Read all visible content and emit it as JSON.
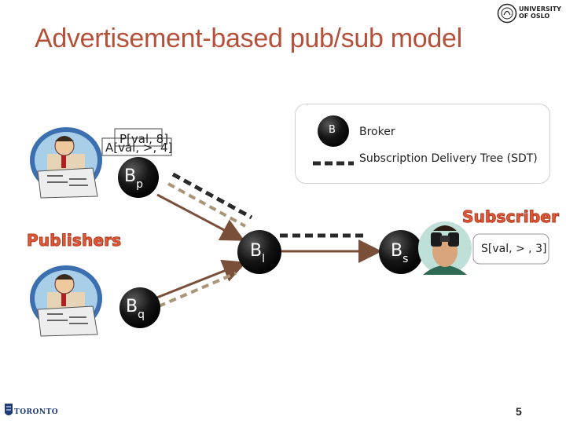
{
  "slide": {
    "title": "Advertisement-based pub/sub model",
    "page_number": "5"
  },
  "legend": {
    "broker_symbol": "B",
    "broker_label": "Broker",
    "sdt_label": "Subscription Delivery Tree (SDT)"
  },
  "actors": {
    "publishers_label": "Publishers",
    "subscriber_label": "Subscriber"
  },
  "brokers": {
    "bp": {
      "main": "B",
      "sub": "p"
    },
    "bq": {
      "main": "B",
      "sub": "q"
    },
    "bl": {
      "main": "B",
      "sub": "l"
    },
    "bs": {
      "main": "B",
      "sub": "s"
    }
  },
  "messages": {
    "advertisement_label": "A[val, >, 4]",
    "publication_label": "P[val, 8]",
    "subscription_label": "S[val, > , 3]"
  },
  "logos": {
    "oslo_text_line1": "UNIVERSITY",
    "oslo_text_line2": "OF OSLO",
    "toronto_text": "TORONTO"
  },
  "colors": {
    "title": "#b5503a",
    "broker_fill": "#111111",
    "arrow_brown": "#7a4f3a",
    "arrow_tan": "#a99577",
    "sdt_dash": "#2a2a2a",
    "label_red": "#e05a3a"
  },
  "icons": {
    "publisher": "man-reading-newspaper-icon",
    "subscriber": "man-with-binoculars-icon"
  }
}
